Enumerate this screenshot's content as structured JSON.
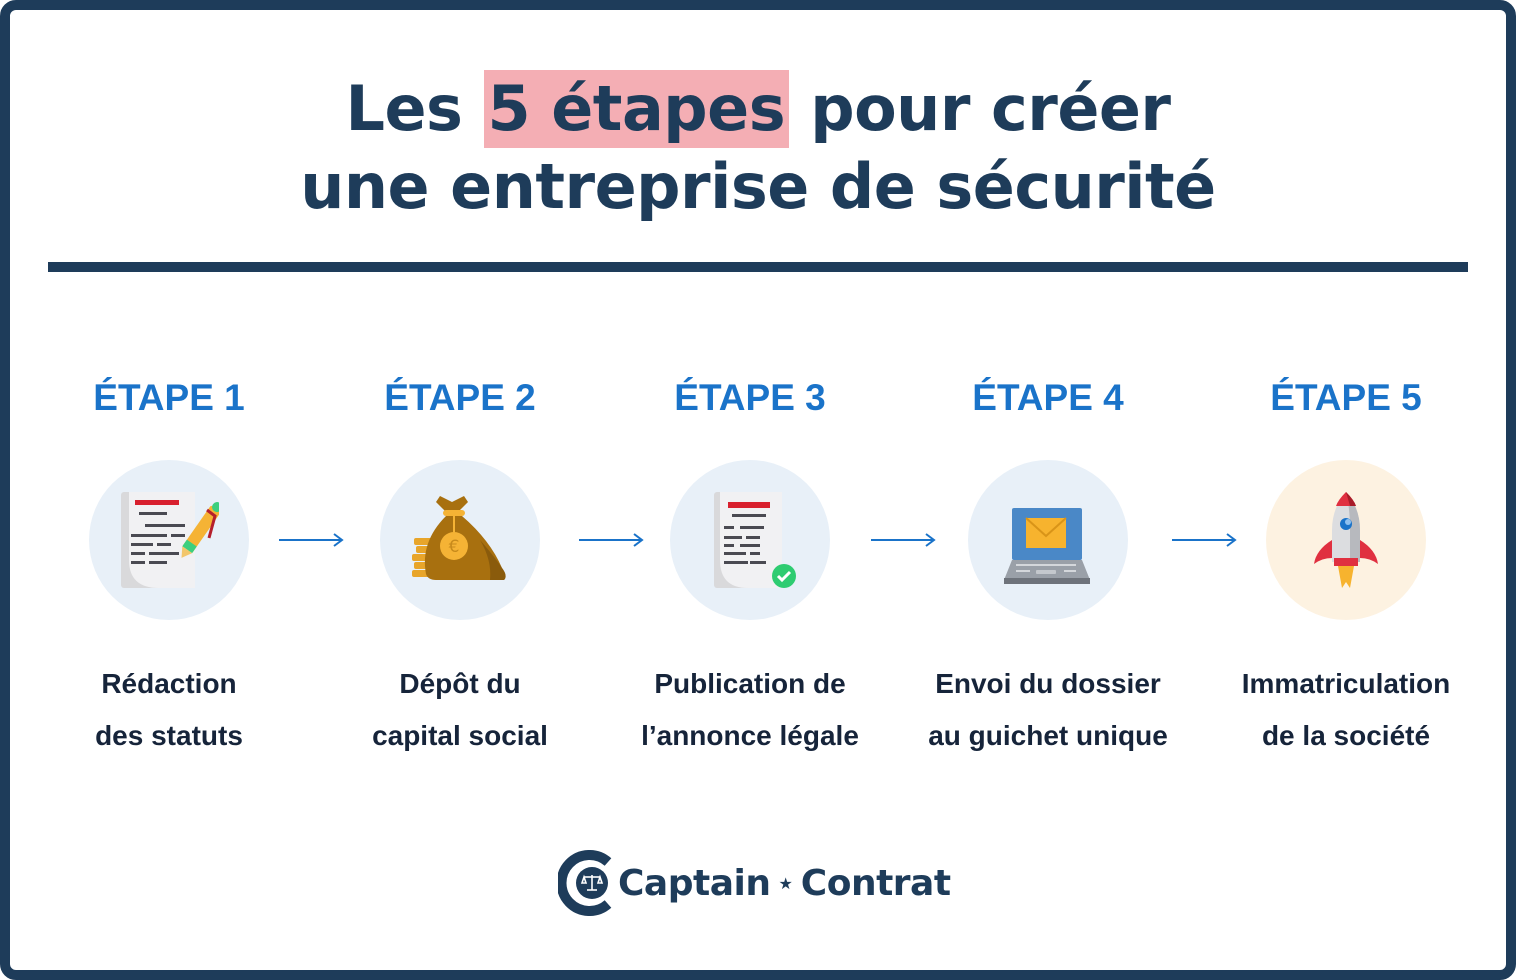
{
  "title": {
    "line1_before": "Les ",
    "line1_highlight": "5 étapes",
    "line1_after": " pour créer",
    "line2": "une entreprise de sécurité",
    "highlight_color": "#f4aeb4",
    "text_color": "#1e3c5a"
  },
  "steps": [
    {
      "label": "ÉTAPE 1",
      "icon": "document-pen-icon",
      "line1": "Rédaction",
      "line2": "des statuts"
    },
    {
      "label": "ÉTAPE 2",
      "icon": "money-bag-euro-icon",
      "line1": "Dépôt du",
      "line2": "capital social"
    },
    {
      "label": "ÉTAPE 3",
      "icon": "document-check-icon",
      "line1": "Publication de",
      "line2": "l’annonce légale"
    },
    {
      "label": "ÉTAPE 4",
      "icon": "laptop-mail-icon",
      "line1": "Envoi du dossier",
      "line2": "au guichet unique"
    },
    {
      "label": "ÉTAPE 5",
      "icon": "rocket-icon",
      "line1": "Immatriculation",
      "line2": "de la société"
    }
  ],
  "colors": {
    "step_label": "#1a73c9",
    "circle_bg": "#e8f0f8",
    "circle_bg_last": "#fdf2e1",
    "border": "#1e3c5a"
  },
  "logo": {
    "word1": "Captain",
    "separator": "★",
    "word2": "Contrat"
  }
}
